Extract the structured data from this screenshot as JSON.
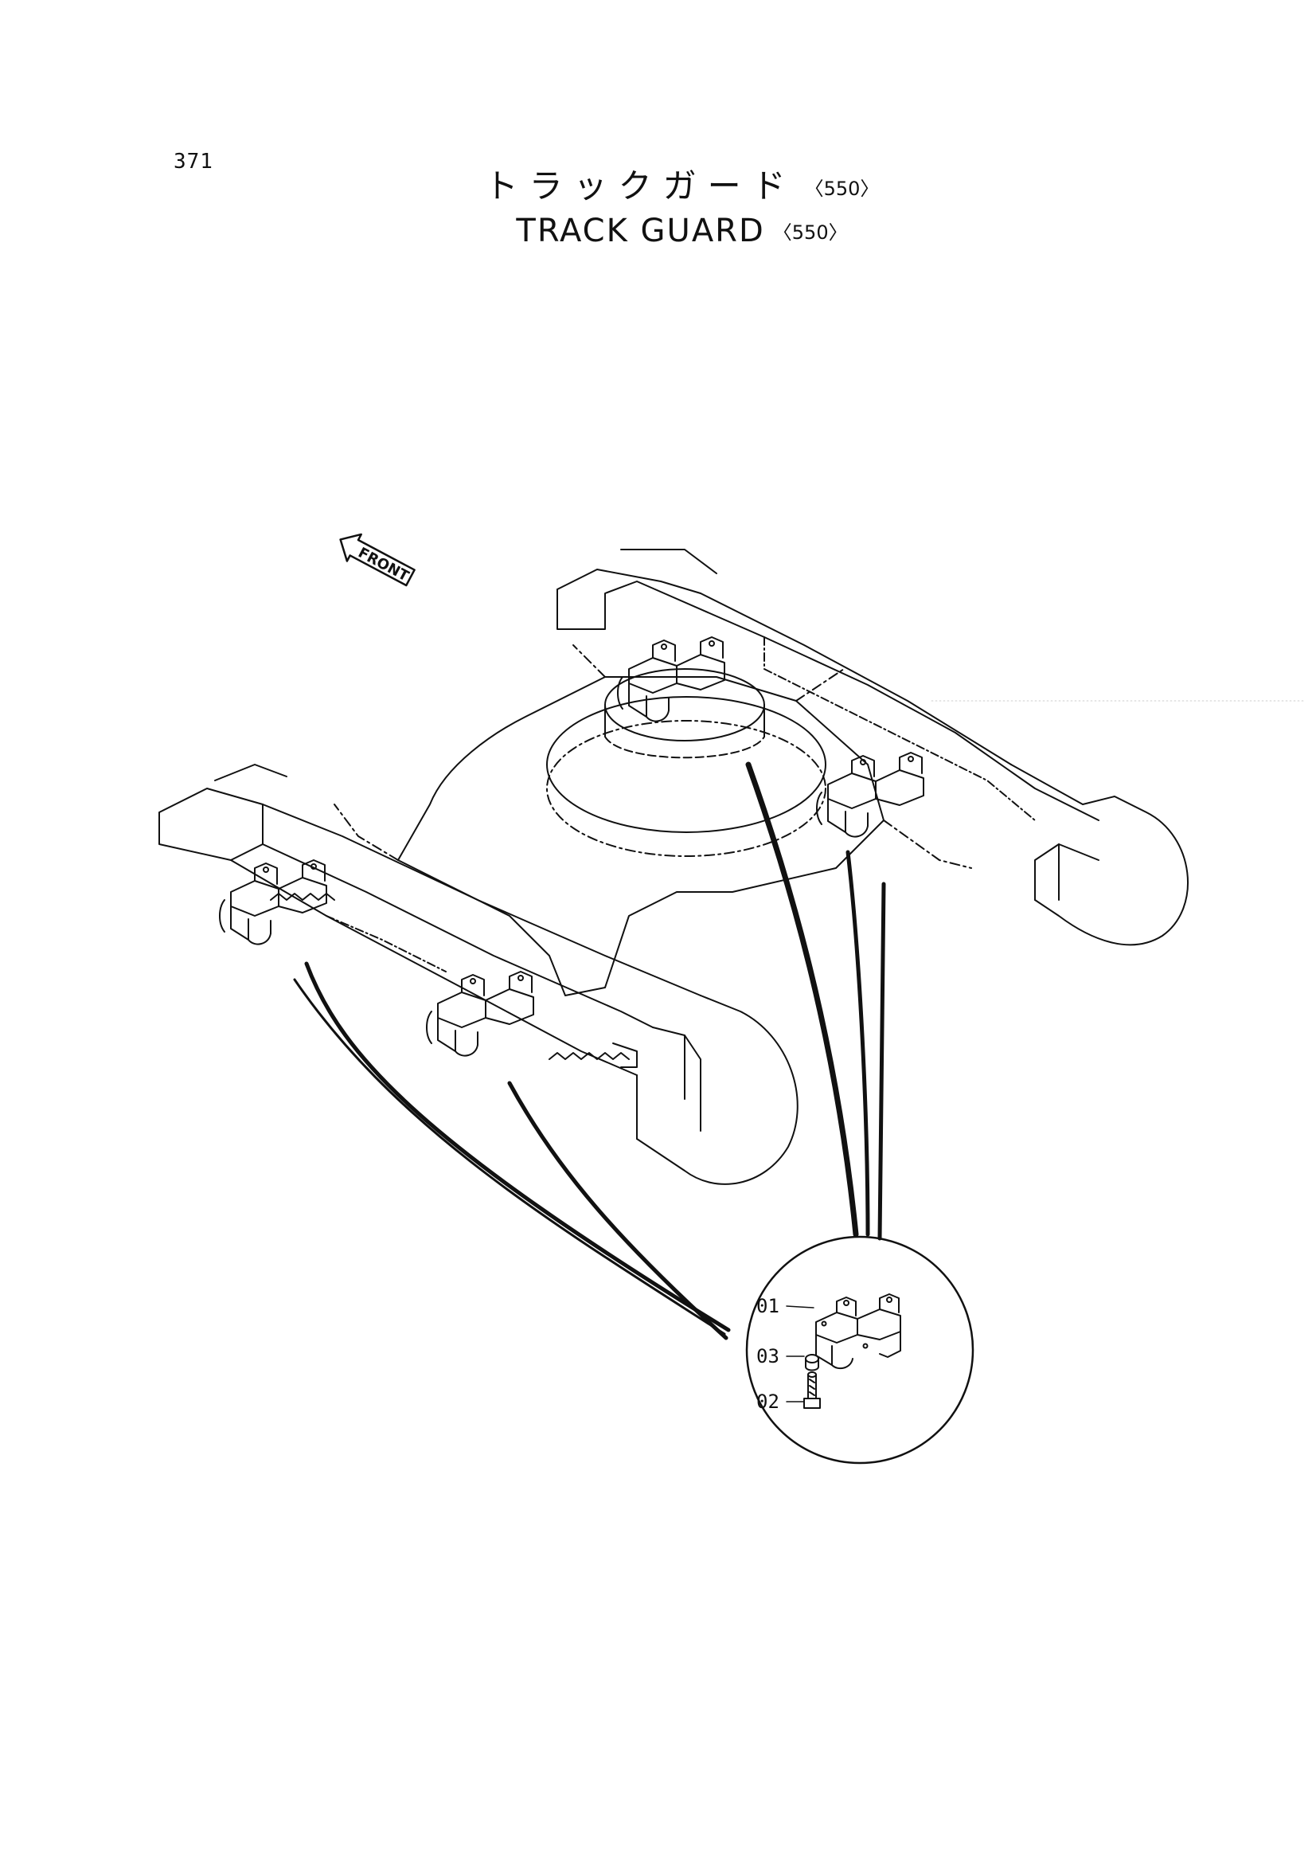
{
  "page": {
    "number": "371"
  },
  "title": {
    "jp": "トラックガード",
    "en": "TRACK  GUARD",
    "code": "〈550〉"
  },
  "diagram": {
    "direction_label": "FRONT",
    "callouts": [
      {
        "id": "01"
      },
      {
        "id": "03"
      },
      {
        "id": "02"
      }
    ]
  }
}
